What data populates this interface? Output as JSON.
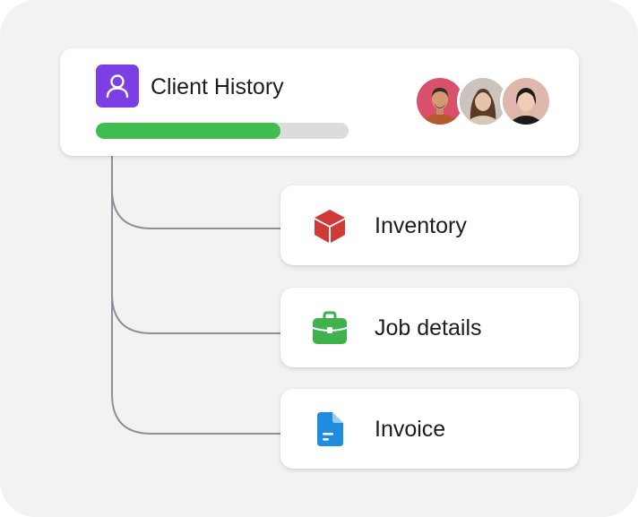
{
  "header": {
    "title": "Client History",
    "icon": "user-icon",
    "icon_color": "#7b3fe4",
    "progress_fraction": 0.73,
    "progress_color": "#3fbd4f",
    "avatars": [
      {
        "name": "avatar-man",
        "bg": "#d9506b"
      },
      {
        "name": "avatar-woman",
        "bg": "#c9c4bd"
      },
      {
        "name": "avatar-woman-2",
        "bg": "#e0b7ad"
      }
    ]
  },
  "items": [
    {
      "label": "Inventory",
      "icon": "box-icon",
      "color": "#d03a36"
    },
    {
      "label": "Job details",
      "icon": "briefcase-icon",
      "color": "#3fb24d"
    },
    {
      "label": "Invoice",
      "icon": "document-icon",
      "color": "#1f8ce0"
    }
  ]
}
